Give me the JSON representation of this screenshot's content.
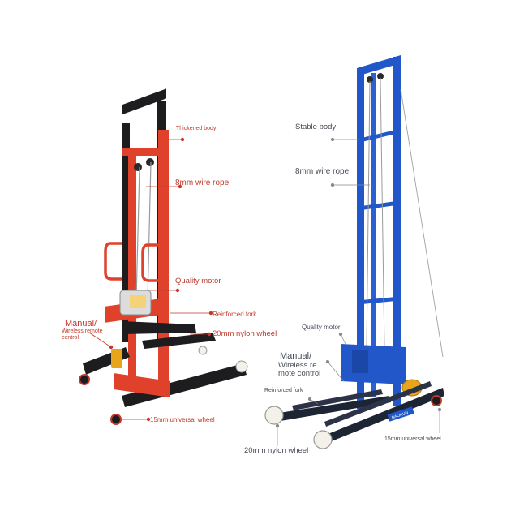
{
  "colors": {
    "red_frame": "#e0412a",
    "black_frame": "#1d1d1f",
    "blue_frame": "#2157c8",
    "label_red": "#c0392b",
    "label_gray": "#555555",
    "motor_yellow": "#e8a51c",
    "wheel_white": "#f3f1ea"
  },
  "left_product": {
    "labels": {
      "thickened_body": "Thickened body",
      "wire_rope": "8mm wire rope",
      "quality_motor": "Quality motor",
      "reinforced_fork": "Reinforced fork",
      "nylon_wheel": "20mm nylon wheel",
      "manual": "Manual/",
      "wireless_remote": "Wireless remote",
      "control": "control",
      "universal_wheel": "15mm universal wheel"
    }
  },
  "right_product": {
    "labels": {
      "stable_body": "Stable body",
      "wire_rope": "8mm wire rope",
      "quality_motor": "Quality motor",
      "manual": "Manual/",
      "wireless_line1": "Wireless re",
      "wireless_line2": "mote control",
      "reinforced_fork": "Reinforced fork",
      "nylon_wheel": "20mm nylon wheel",
      "universal_wheel": "15mm universal wheel",
      "brand_text": "BAOKUN"
    }
  }
}
